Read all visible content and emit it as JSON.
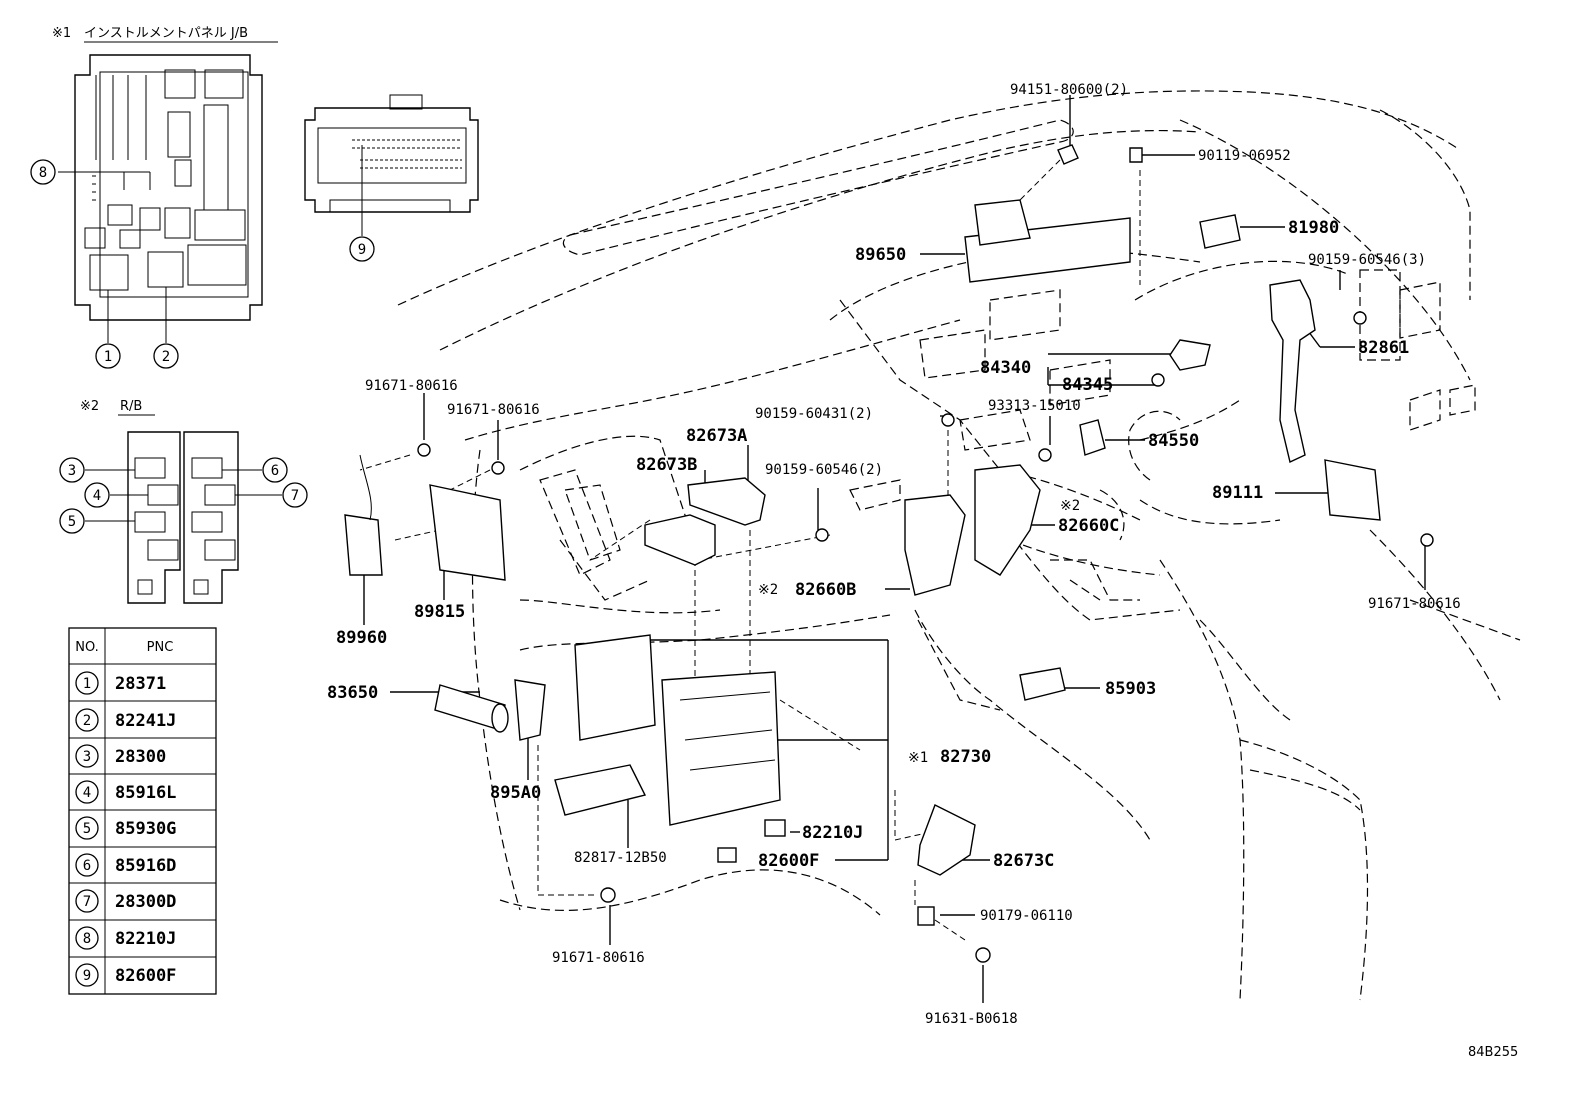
{
  "inset_jb": {
    "marker": "※1",
    "title": "インストルメントパネル J/B"
  },
  "inset_rb": {
    "marker": "※2",
    "title": "R/B"
  },
  "callout_numbers": [
    "1",
    "2",
    "3",
    "4",
    "5",
    "6",
    "7",
    "8",
    "9"
  ],
  "table": {
    "headers": {
      "no": "NO.",
      "pnc": "PNC"
    },
    "rows": [
      {
        "no": "1",
        "pnc": "28371"
      },
      {
        "no": "2",
        "pnc": "82241J"
      },
      {
        "no": "3",
        "pnc": "28300"
      },
      {
        "no": "4",
        "pnc": "85916L"
      },
      {
        "no": "5",
        "pnc": "85930G"
      },
      {
        "no": "6",
        "pnc": "85916D"
      },
      {
        "no": "7",
        "pnc": "28300D"
      },
      {
        "no": "8",
        "pnc": "82210J"
      },
      {
        "no": "9",
        "pnc": "82600F"
      }
    ]
  },
  "parts": {
    "p94151": "94151-80600(2)",
    "p90119": "90119-06952",
    "p81980": "81980",
    "p89650": "89650",
    "p90159_3": "90159-60546(3)",
    "p82861": "82861",
    "p84340": "84340",
    "p84345": "84345",
    "p93313": "93313-15010",
    "p84550": "84550",
    "p90159_431": "90159-60431(2)",
    "p82673A": "82673A",
    "p82673B": "82673B",
    "p90159_2": "90159-60546(2)",
    "p91671_a": "91671-80616",
    "p91671_b": "91671-80616",
    "p91671_c": "91671-80616",
    "p91671_d": "91671-80616",
    "p89111": "89111",
    "p82660C": "82660C",
    "p82660B": "82660B",
    "p82660B_mark": "※2",
    "p82660C_mark": "※2",
    "p89815": "89815",
    "p89960": "89960",
    "p83650": "83650",
    "p85903": "85903",
    "p82730": "82730",
    "p82730_mark": "※1",
    "p895A0": "895A0",
    "p82210J": "82210J",
    "p82817": "82817-12B50",
    "p82600F": "82600F",
    "p82673C": "82673C",
    "p90179": "90179-06110",
    "p91631": "91631-B0618"
  },
  "drawing_code": "84B255"
}
